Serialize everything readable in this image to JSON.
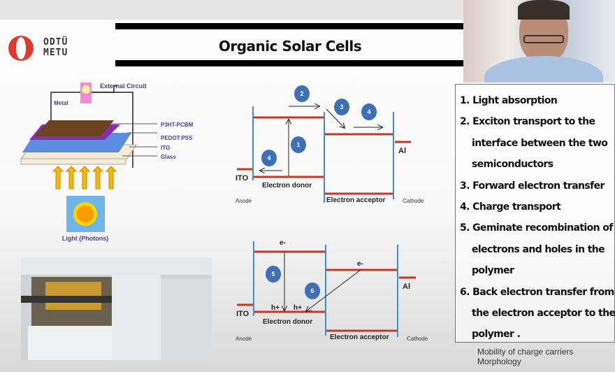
{
  "slide": {
    "title": "Organic Solar Cells",
    "logo": {
      "line1": "ODTÜ",
      "line2": "METU"
    }
  },
  "device": {
    "external_circuit": "External Circuit",
    "metal": "Metal",
    "layers": [
      "P3HT-PCBM",
      "PEDOT:PSS",
      "ITO",
      "Glass"
    ],
    "light": "Light (Photons)"
  },
  "diagram_top": {
    "ito": "ITO",
    "al": "Al",
    "donor": "Electron donor",
    "acceptor": "Electron acceptor",
    "anode": "Anode",
    "cathode": "Cathode",
    "steps": [
      "2",
      "3",
      "4",
      "1",
      "4"
    ]
  },
  "diagram_bottom": {
    "ito": "ITO",
    "al": "Al",
    "donor": "Electron donor",
    "acceptor": "Electron acceptor",
    "anode": "Anode",
    "cathode": "Cathode",
    "steps": [
      "5",
      "6"
    ],
    "e1": "e-",
    "e2": "e-",
    "h1": "h+",
    "h2": "h+"
  },
  "steps_list": [
    {
      "n": "1.",
      "text": "Light absorption"
    },
    {
      "n": "2.",
      "text": "Exciton transport to the"
    },
    {
      "c": "interface between the two"
    },
    {
      "c": "semiconductors"
    },
    {
      "n": "3.",
      "text": "Forward electron transfer"
    },
    {
      "n": "4.",
      "text": "Charge transport"
    },
    {
      "n": "5.",
      "text": "Geminate recombination of"
    },
    {
      "c": "electrons and holes in the"
    },
    {
      "c": "polymer"
    },
    {
      "n": "6.",
      "text": "Back electron transfer from"
    },
    {
      "c": "the electron acceptor to the"
    },
    {
      "c": "polymer ."
    }
  ],
  "notes": [
    "Mobility of charge carriers",
    "Morphology"
  ],
  "colors": {
    "level": "#c0392b",
    "wall": "#3d8ed0",
    "circle": "#3f6fb5",
    "logo": "#e03a2f"
  }
}
